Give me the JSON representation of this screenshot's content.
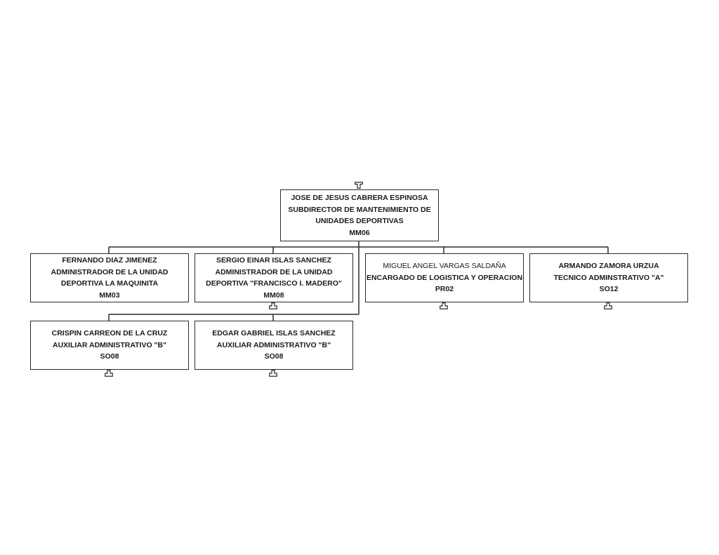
{
  "nodes": {
    "root": {
      "name": "JOSE DE JESUS CABRERA ESPINOSA",
      "title_1": "SUBDIRECTOR DE MANTENIMIENTO DE",
      "title_2": "UNIDADES DEPORTIVAS",
      "code": "MM06"
    },
    "fernando": {
      "name": "FERNANDO DIAZ JIMENEZ",
      "title_1": "ADMINISTRADOR DE LA UNIDAD",
      "title_2": "DEPORTIVA LA MAQUINITA",
      "code": "MM03"
    },
    "sergio": {
      "name": "SERGIO EINAR ISLAS SANCHEZ",
      "title_1": "ADMINISTRADOR DE LA UNIDAD",
      "title_2": "DEPORTIVA \"FRANCISCO I. MADERO\"",
      "code": "MM08"
    },
    "miguel": {
      "name": "MIGUEL ANGEL VARGAS SALDAÑA",
      "title_1": "ENCARGADO DE LOGISTICA Y OPERACION",
      "code": "PR02"
    },
    "armando": {
      "name": "ARMANDO ZAMORA URZUA",
      "title_1": "TECNICO ADMINSTRATIVO \"A\"",
      "code": "SO12"
    },
    "crispin": {
      "name": "CRISPIN CARREON DE LA CRUZ",
      "title_1": "AUXILIAR ADMINISTRATIVO \"B\"",
      "code": "SO08"
    },
    "edgar": {
      "name": "EDGAR GABRIEL ISLAS SANCHEZ",
      "title_1": "AUXILIAR ADMINISTRATIVO \"B\"",
      "code": "SO08"
    }
  }
}
